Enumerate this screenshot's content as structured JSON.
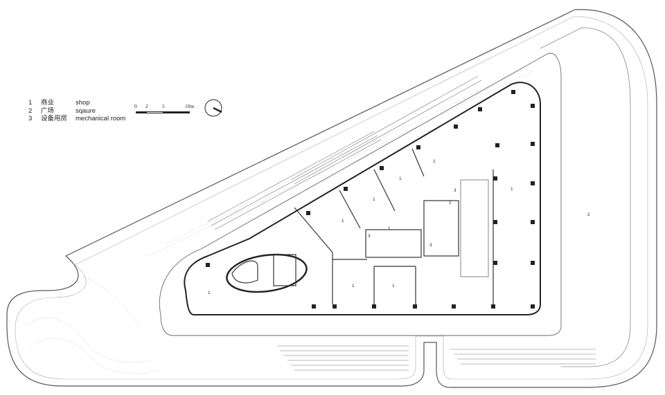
{
  "legend": [
    {
      "num": "1",
      "cn": "商业",
      "en": "shop"
    },
    {
      "num": "2",
      "cn": "广场",
      "en": "sqaure"
    },
    {
      "num": "3",
      "cn": "设备用房",
      "en": "mechanical room"
    }
  ],
  "scale_bar": {
    "ticks": [
      "0",
      "2",
      "5",
      "10m"
    ]
  },
  "rooms": [
    {
      "label": "1"
    },
    {
      "label": "1"
    },
    {
      "label": "1"
    },
    {
      "label": "1"
    },
    {
      "label": "1"
    },
    {
      "label": "1"
    },
    {
      "label": "1"
    },
    {
      "label": "1"
    },
    {
      "label": "1"
    },
    {
      "label": "1"
    },
    {
      "label": "2"
    },
    {
      "label": "3"
    },
    {
      "label": "3"
    },
    {
      "label": "3"
    }
  ]
}
